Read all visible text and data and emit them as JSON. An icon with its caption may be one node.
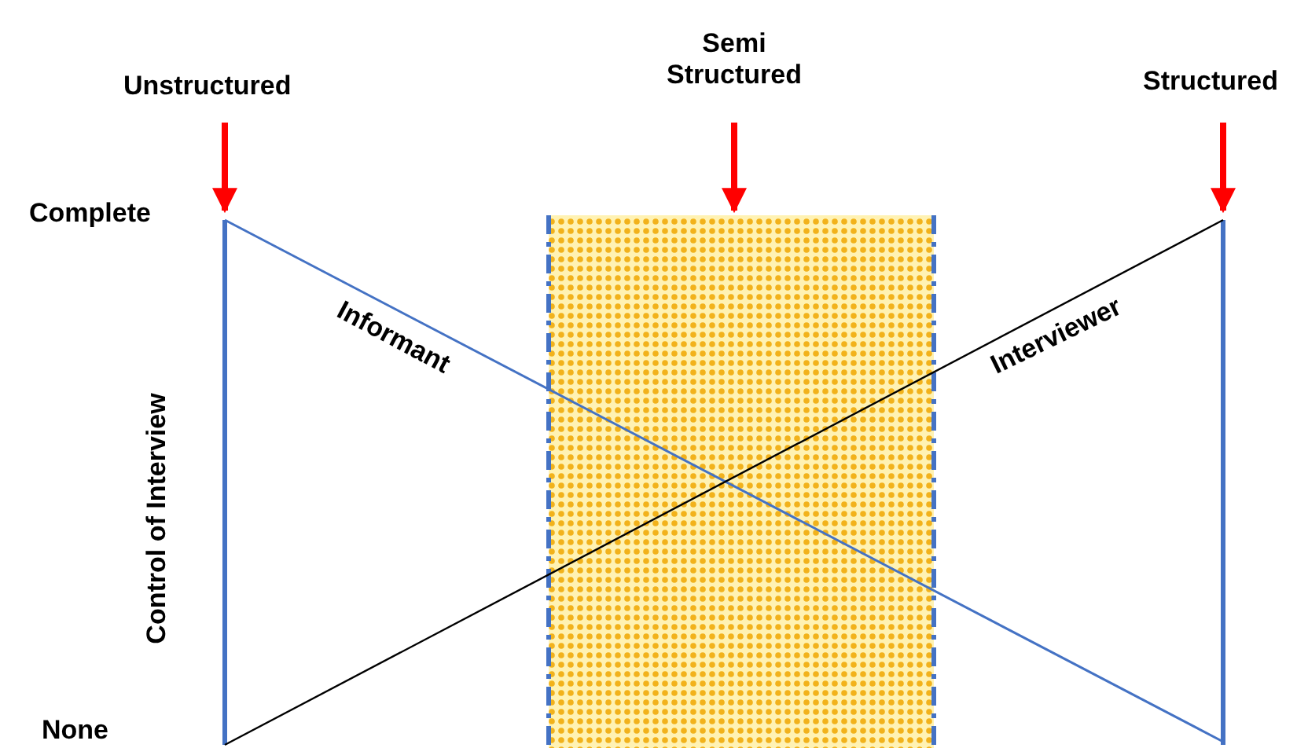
{
  "diagram": {
    "labels": [
      "Unstructured",
      "Semi Structured",
      "Structured",
      "Complete",
      "None",
      "Control of Interview",
      "Informant",
      "Interviewer"
    ]
  }
}
